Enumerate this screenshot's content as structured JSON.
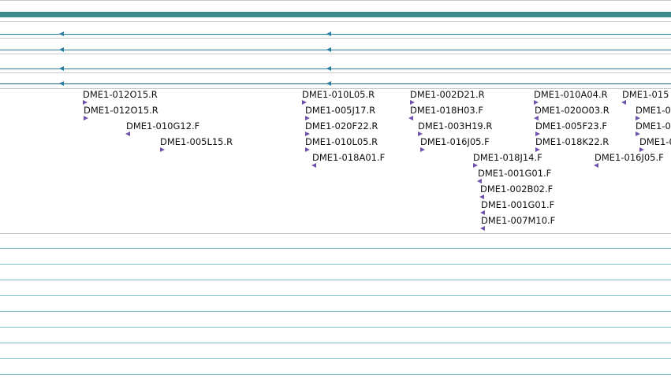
{
  "colors": {
    "top_bar": "#3d8b8a",
    "track_line": "#2a7fa0",
    "empty_track": "#7ec2cc",
    "read_glyph": "#6f52b0",
    "separator": "#c8c8c8"
  },
  "reads": [
    "DME1-012O15.R",
    "DME1-012O15.R",
    "DME1-010G12.F",
    "DME1-005L15.R",
    "DME1-010L05.R",
    "DME1-005J17.R",
    "DME1-020F22.R",
    "DME1-010L05.R",
    "DME1-018A01.F",
    "DME1-002D21.R",
    "DME1-018H03.F",
    "DME1-003H19.R",
    "DME1-016J05.F",
    "DME1-018J14.F",
    "DME1-001G01.F",
    "DME1-002B02.F",
    "DME1-001G01.F",
    "DME1-007M10.F",
    "DME1-010A04.R",
    "DME1-020O03.R",
    "DME1-005F23.F",
    "DME1-018K22.R",
    "DME1-016J05.F",
    "DME1-015",
    "DME1-0",
    "DME1-0",
    "DME1-0"
  ]
}
